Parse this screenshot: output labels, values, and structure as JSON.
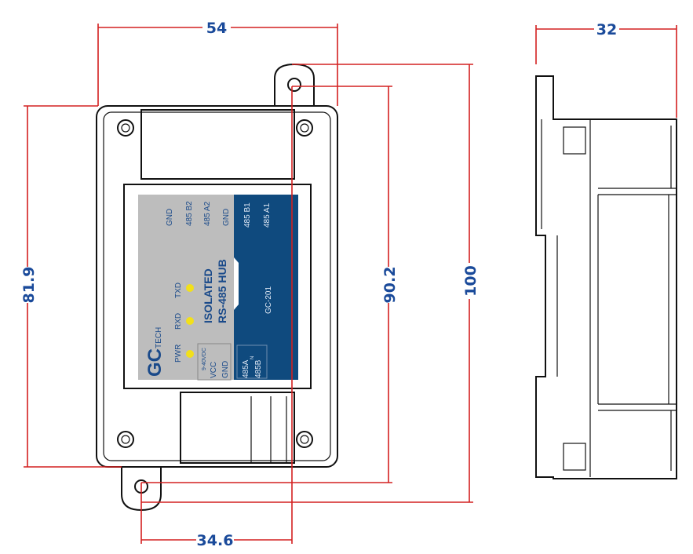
{
  "dimensions": {
    "width": "54",
    "height_body": "81.9",
    "height_holes": "90.2",
    "height_total": "100",
    "hole_spacing": "34.6",
    "depth": "32"
  },
  "label": {
    "brand_main": "GC",
    "brand_sub": "TECH",
    "title_line1": "ISOLATED",
    "title_line2": "RS-485 HUB",
    "model": "GC-201",
    "top_terminals": [
      "GND",
      "485 B2",
      "485 A2",
      "GND",
      "485 B1",
      "485 A1"
    ],
    "leds": [
      "PWR",
      "RXD",
      "TXD"
    ],
    "power_terminals": [
      "VCC",
      "GND"
    ],
    "power_spec": "9-40VDC",
    "bus_terminals": [
      "485A",
      "485B"
    ],
    "bus_mark": "N"
  },
  "colors": {
    "dimension_line": "#d42020",
    "dimension_text": "#1a4a9a",
    "label_blue": "#0f4a7e",
    "label_gray": "#bdbdbd",
    "led": "#f2e01a"
  }
}
